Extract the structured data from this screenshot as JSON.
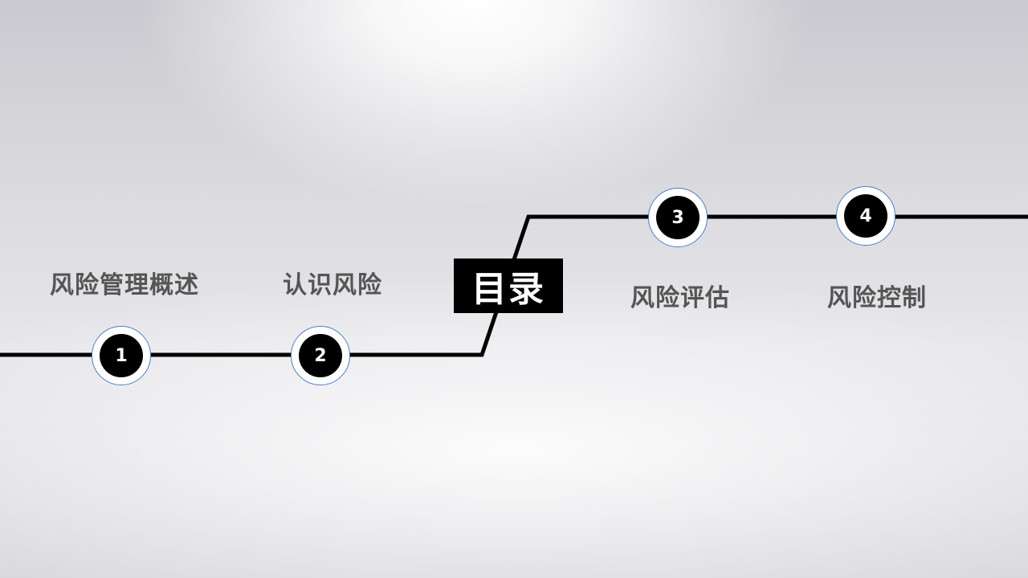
{
  "title": "目录",
  "items": [
    {
      "number": "1",
      "label": "风险管理概述"
    },
    {
      "number": "2",
      "label": "认识风险"
    },
    {
      "number": "3",
      "label": "风险评估"
    },
    {
      "number": "4",
      "label": "风险控制"
    }
  ],
  "colors": {
    "line": "#000000",
    "node_fill": "#000000",
    "node_ring": "#ffffff",
    "node_ring_border": "#4a7fc0",
    "label_text": "#555555",
    "title_bg": "#000000",
    "title_text": "#ffffff"
  }
}
